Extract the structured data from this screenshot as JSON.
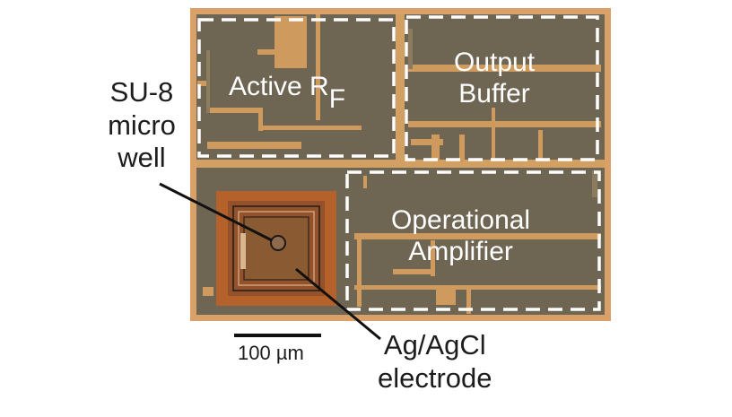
{
  "figure": {
    "blocks": {
      "active_rf": {
        "main": "Active R",
        "subscript": "F"
      },
      "output_buffer": [
        "Output",
        "Buffer"
      ],
      "operational_amplifier": [
        "Operational",
        "Amplifier"
      ]
    },
    "callouts": {
      "su8_microwell": [
        "SU-8",
        "micro",
        "well"
      ],
      "electrode": [
        "Ag/AgCl",
        "electrode"
      ]
    },
    "scale_bar": {
      "label": "100 µm"
    },
    "colors": {
      "chip_frame": "#d9a06a",
      "chip_fill": "#6e6553",
      "trace": "#cf9a5d",
      "pad_outer": "#b5612c",
      "pad_inner": "#8a5a33",
      "dashed_box": "#ffffff",
      "text": "#1c1c1c"
    }
  }
}
